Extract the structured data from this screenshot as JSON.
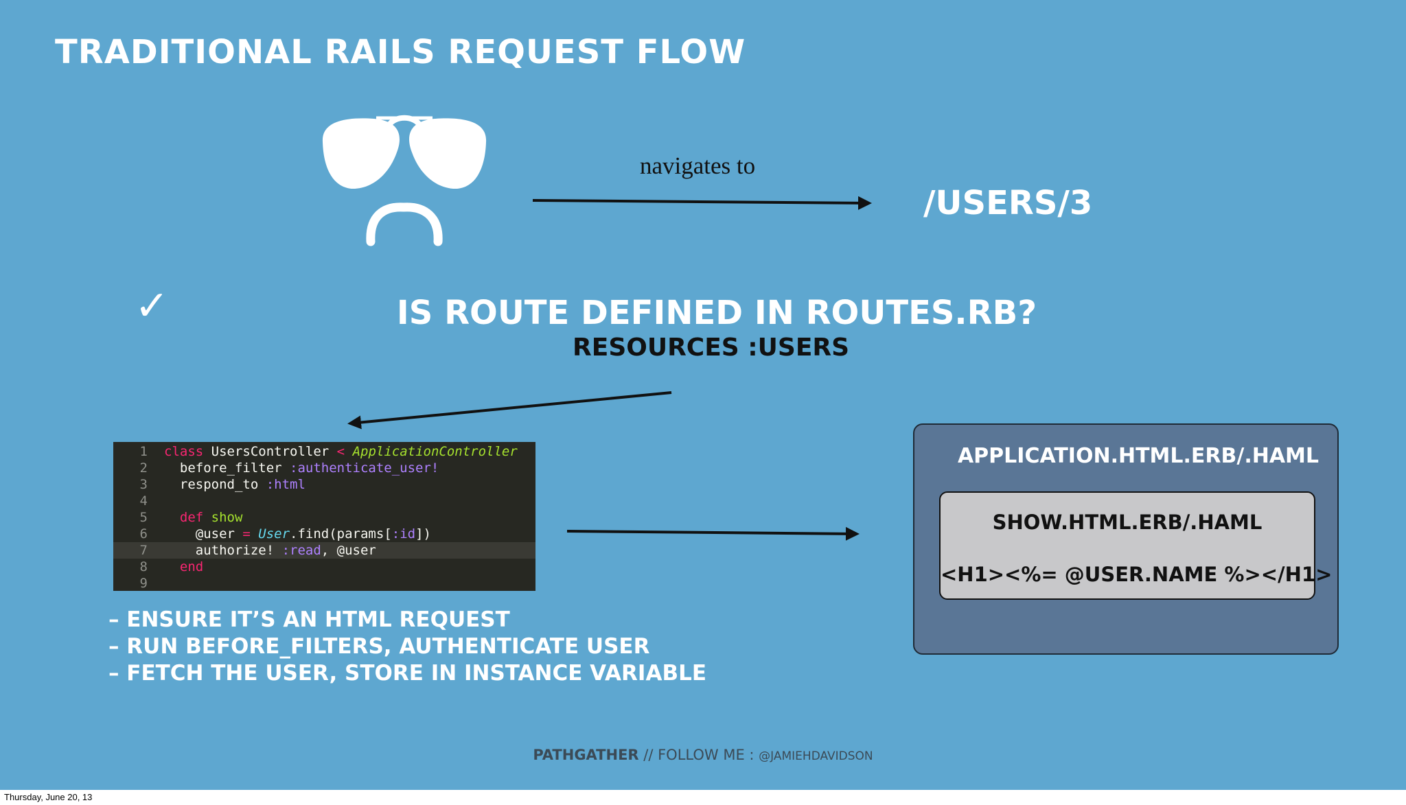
{
  "slide": {
    "title": "TRADITIONAL RAILS REQUEST FLOW",
    "user_action": "navigates to",
    "url": "/USERS/3",
    "check_glyph": "✓",
    "route_question": "IS ROUTE DEFINED IN ROUTES.RB?",
    "route_answer": "RESOURCES :USERS"
  },
  "code": {
    "lines": [
      {
        "n": "1",
        "tokens": [
          {
            "t": "class ",
            "c": "kw"
          },
          {
            "t": "UsersController ",
            "c": ""
          },
          {
            "t": "< ",
            "c": "kw"
          },
          {
            "t": "ApplicationController",
            "c": "cls"
          }
        ]
      },
      {
        "n": "2",
        "tokens": [
          {
            "t": "  before_filter ",
            "c": ""
          },
          {
            "t": ":authenticate_user!",
            "c": "sym"
          }
        ]
      },
      {
        "n": "3",
        "tokens": [
          {
            "t": "  respond_to ",
            "c": ""
          },
          {
            "t": ":html",
            "c": "sym"
          }
        ]
      },
      {
        "n": "4",
        "tokens": []
      },
      {
        "n": "5",
        "tokens": [
          {
            "t": "  def ",
            "c": "kw"
          },
          {
            "t": "show",
            "c": "fn"
          }
        ]
      },
      {
        "n": "6",
        "tokens": [
          {
            "t": "    @user ",
            "c": ""
          },
          {
            "t": "= ",
            "c": "kw"
          },
          {
            "t": "User",
            "c": "cnst"
          },
          {
            "t": ".find(params[",
            "c": ""
          },
          {
            "t": ":id",
            "c": "sym"
          },
          {
            "t": "])",
            "c": ""
          }
        ]
      },
      {
        "n": "7",
        "tokens": [
          {
            "t": "    authorize! ",
            "c": ""
          },
          {
            "t": ":read",
            "c": "sym"
          },
          {
            "t": ", @user",
            "c": ""
          }
        ],
        "active": true
      },
      {
        "n": "8",
        "tokens": [
          {
            "t": "  end",
            "c": "kw"
          }
        ]
      },
      {
        "n": "9",
        "tokens": []
      }
    ]
  },
  "bullets": [
    "– ENSURE IT’S AN HTML REQUEST",
    "– RUN BEFORE_FILTERS, AUTHENTICATE USER",
    "– FETCH THE USER, STORE IN INSTANCE VARIABLE"
  ],
  "layout": {
    "label": "APPLICATION.HTML.ERB/.HAML",
    "view_label": "SHOW.HTML.ERB/.HAML",
    "view_code": "<H1><%= @USER.NAME %></H1>"
  },
  "footer": {
    "brand": "PATHGATHER",
    "separator": " // FOLLOW ME : ",
    "handle": "@JAMIEHDAVIDSON"
  },
  "date_text": "Thursday, June 20, 13",
  "icons": [
    "aviator-sunglasses-icon",
    "mustache-icon",
    "checkmark-icon"
  ],
  "colors": {
    "background": "#5ea7d0",
    "code_background": "#272822",
    "layout_box": "#5a7696",
    "view_box": "#c8c8ca"
  }
}
